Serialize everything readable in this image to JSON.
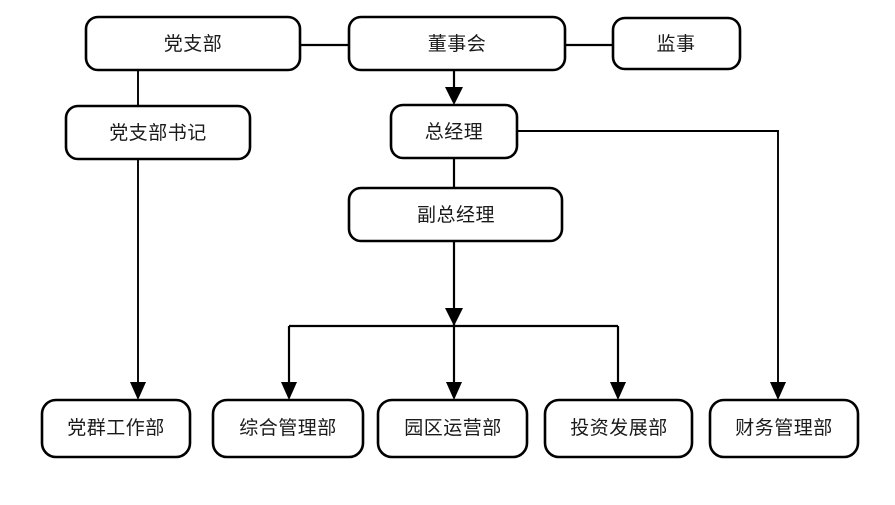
{
  "diagram": {
    "type": "organization-chart",
    "title": "",
    "background_color": "#ffffff",
    "box_fill_color": "#ffffff",
    "box_stroke_color": "#000000",
    "text_color": "#1a1a1a",
    "connector_color": "#000000",
    "nodes": [
      {
        "id": "party-branch",
        "label": "党支部",
        "row": 1
      },
      {
        "id": "board-of-directors",
        "label": "董事会",
        "row": 1
      },
      {
        "id": "supervisor",
        "label": "监事",
        "row": 1
      },
      {
        "id": "party-secretary",
        "label": "党支部书记",
        "row": 2
      },
      {
        "id": "general-manager",
        "label": "总经理",
        "row": 2
      },
      {
        "id": "deputy-gm",
        "label": "副总经理",
        "row": 3
      },
      {
        "id": "party-work-dept",
        "label": "党群工作部",
        "row": 4
      },
      {
        "id": "general-admin-dept",
        "label": "综合管理部",
        "row": 4
      },
      {
        "id": "park-operations-dept",
        "label": "园区运营部",
        "row": 4
      },
      {
        "id": "investment-dept",
        "label": "投资发展部",
        "row": 4
      },
      {
        "id": "finance-dept",
        "label": "财务管理部",
        "row": 4
      }
    ],
    "edges": [
      {
        "from": "party-branch",
        "to": "board-of-directors",
        "arrow": false
      },
      {
        "from": "board-of-directors",
        "to": "supervisor",
        "arrow": false
      },
      {
        "from": "party-branch",
        "to": "party-work-dept",
        "arrow": true
      },
      {
        "from": "board-of-directors",
        "to": "general-manager",
        "arrow": true
      },
      {
        "from": "general-manager",
        "to": "deputy-gm",
        "arrow": false
      },
      {
        "from": "general-manager",
        "to": "finance-dept",
        "arrow": true
      },
      {
        "from": "deputy-gm",
        "to": "general-admin-dept",
        "arrow": true
      },
      {
        "from": "deputy-gm",
        "to": "park-operations-dept",
        "arrow": true
      },
      {
        "from": "deputy-gm",
        "to": "investment-dept",
        "arrow": true
      }
    ]
  }
}
